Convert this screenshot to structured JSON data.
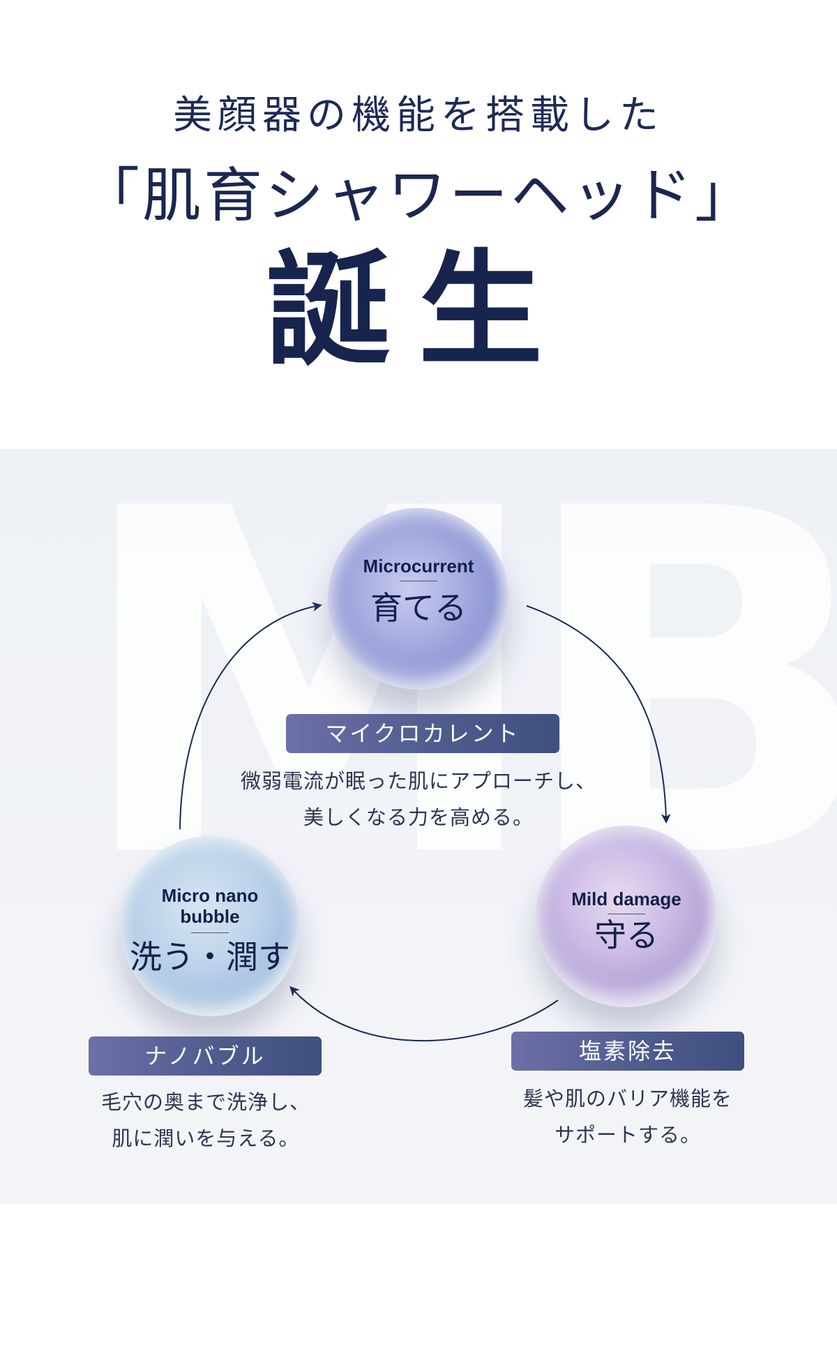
{
  "hero": {
    "subtitle": "美顔器の機能を搭載した",
    "title": "「肌育シャワーヘッド」",
    "big": "誕生"
  },
  "watermark": "MB",
  "cycle": {
    "microcurrent": {
      "en": "Microcurrent",
      "jp": "育てる",
      "tag": "マイクロカレント",
      "desc_line1": "微弱電流が眠った肌にアプローチし、",
      "desc_line2": "美しくなる力を高める。"
    },
    "mild_damage": {
      "en": "Mild damage",
      "jp": "守る",
      "tag": "塩素除去",
      "desc_line1": "髪や肌のバリア機能を",
      "desc_line2": "サポートする。"
    },
    "micro_nano_bubble": {
      "en_line1": "Micro nano",
      "en_line2": "bubble",
      "jp": "洗う・潤す",
      "tag": "ナノバブル",
      "desc_line1": "毛穴の奥まで洗浄し、",
      "desc_line2": "肌に潤いを与える。"
    }
  },
  "colors": {
    "navy": "#1b2a52",
    "tag_start": "#6e6fa8",
    "tag_end": "#3f4f80",
    "panel_bg": "#eef1f6"
  }
}
